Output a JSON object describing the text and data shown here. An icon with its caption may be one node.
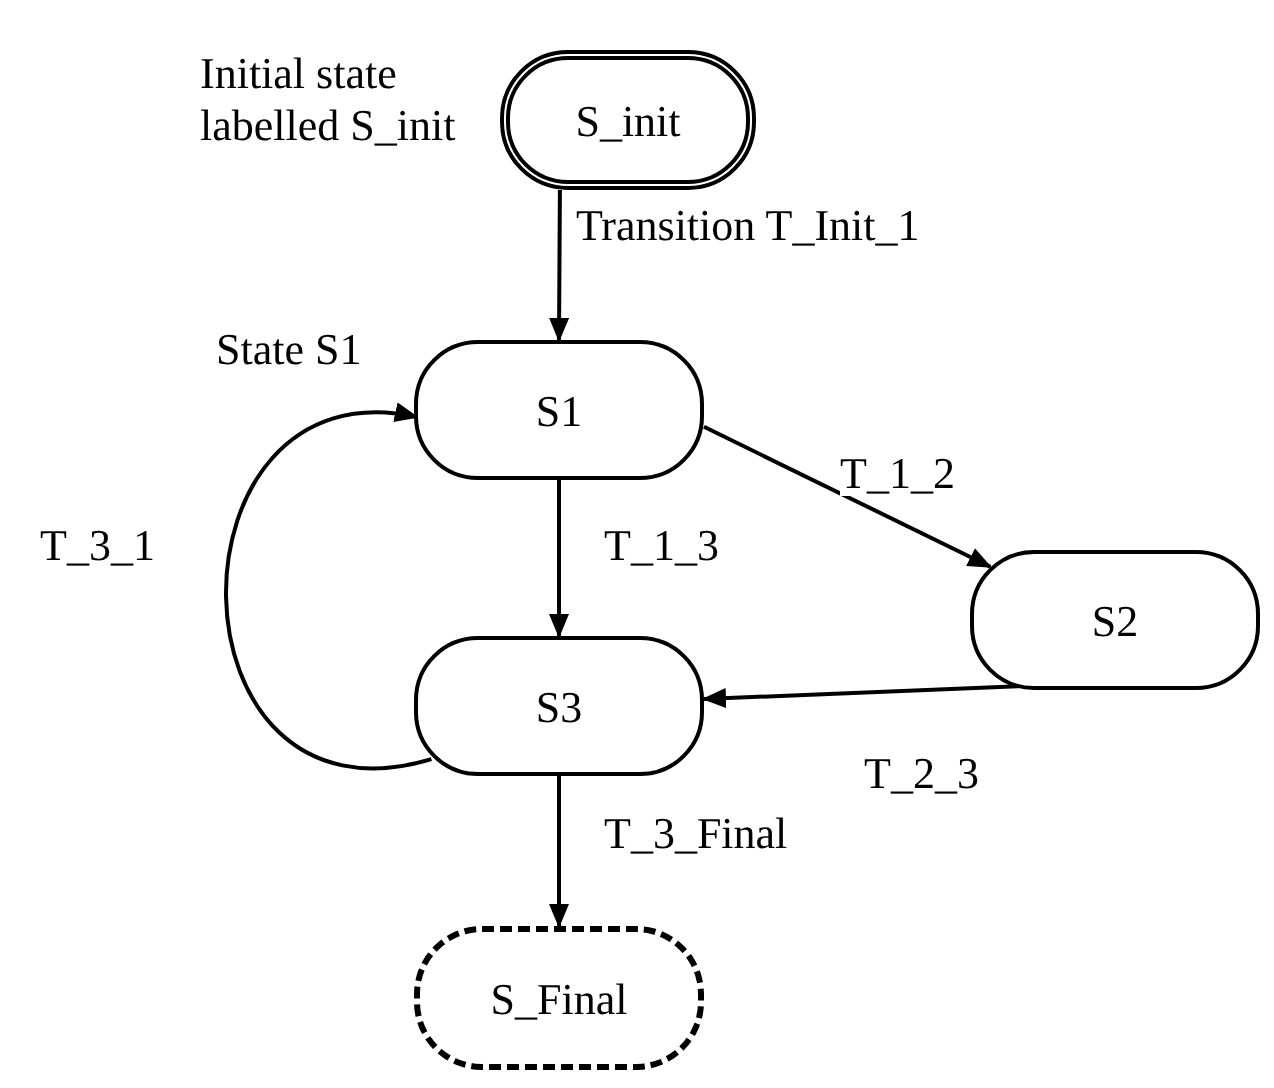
{
  "diagram": {
    "nodes": [
      {
        "text": [
          "S_init"
        ],
        "beside": [
          "Initial state labelled S_init"
        ]
      },
      {
        "text": [
          "S1"
        ],
        "beside": [
          "State S1"
        ]
      },
      {
        "text": [
          "S2"
        ]
      },
      {
        "text": [
          "S3"
        ]
      },
      {
        "text": [
          "S_Final"
        ]
      }
    ],
    "edges": [
      {
        "from": 0,
        "to": 1,
        "arrow": "to",
        "label": "Transition T_Init_1"
      },
      {
        "from": 1,
        "to": 2,
        "arrow": "to",
        "label": "T_1_2"
      },
      {
        "from": 1,
        "to": 3,
        "arrow": "to",
        "label": "T_1_3"
      },
      {
        "from": 2,
        "to": 3,
        "arrow": "to",
        "label": "T_2_3"
      },
      {
        "from": 3,
        "to": 1,
        "arrow": "to",
        "label": "T_3_1"
      },
      {
        "from": 3,
        "to": 4,
        "arrow": "to",
        "label": "T_3_Final"
      }
    ]
  }
}
